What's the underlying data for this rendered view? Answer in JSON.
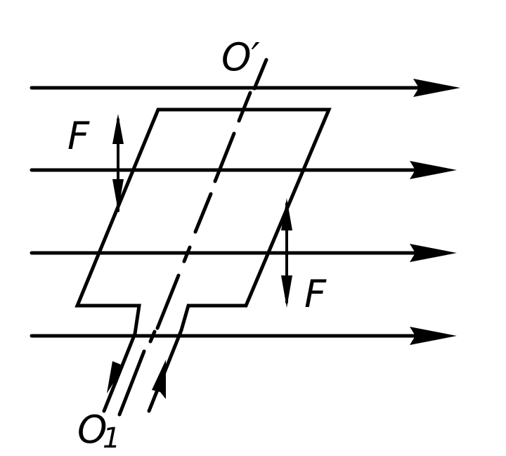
{
  "labels": {
    "axis_top": "O′",
    "axis_bottom_letter": "O",
    "axis_bottom_sub": "1",
    "force_left": "F",
    "force_right": "F"
  },
  "colors": {
    "ink": "#000000",
    "background": "#ffffff"
  }
}
